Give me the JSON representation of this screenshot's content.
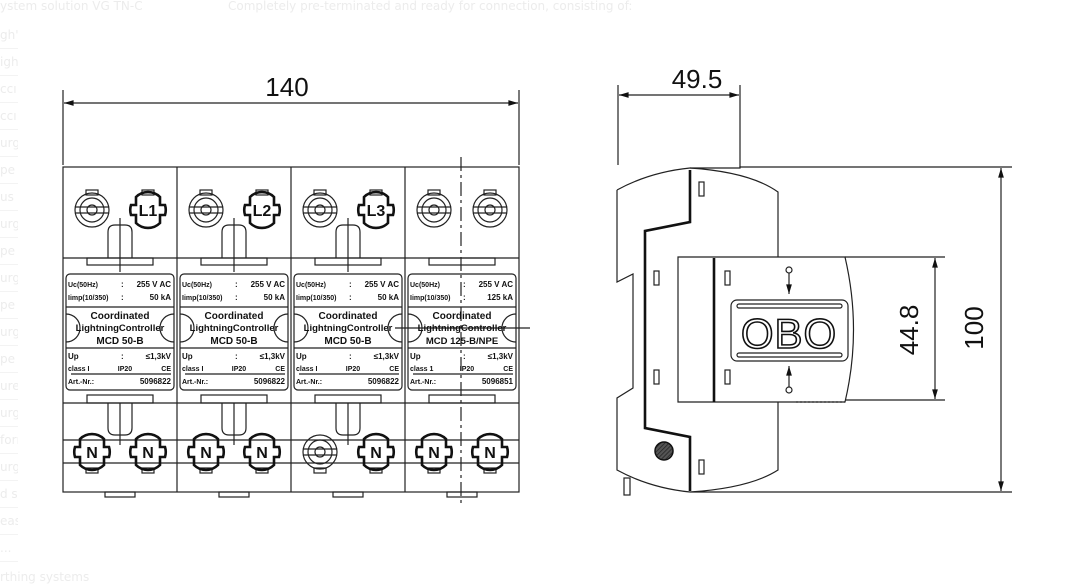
{
  "background": {
    "top_left": "ystem solution VG TN-C",
    "top_right": "Completely pre-terminated and ready for connection, consisting of:",
    "left_fragments": [
      "gh'",
      "igh",
      "ccı",
      "ccı",
      "urg",
      "pe",
      "us",
      "urg",
      "pe",
      "urg",
      "pe",
      "urg",
      "pe",
      "ure",
      "urg",
      "forı",
      "urg",
      "d s",
      "eas",
      "..."
    ],
    "bottom": "rthing systems"
  },
  "dimensions": {
    "width_front": "140",
    "depth_side": "49.5",
    "height_total": "100",
    "height_front_panel": "44.8"
  },
  "logo": "OBO",
  "label_common": {
    "uc": "Uc(50Hz)",
    "iimp": "Iimp(10/350)",
    "line1": "Coordinated",
    "line2": "LightningController",
    "up": "Up",
    "colon": ":",
    "art": "Art.-Nr.:",
    "ip": "IP20",
    "ce": "CE"
  },
  "modules": [
    {
      "top": [
        "X",
        "L1"
      ],
      "bottom": [
        "N",
        "N"
      ],
      "uc": "255 V AC",
      "iimp": "50 kA",
      "model": "MCD 50-B",
      "up": "≤1,3kV",
      "class": "class I",
      "art": "5096822"
    },
    {
      "top": [
        "X",
        "L2"
      ],
      "bottom": [
        "N",
        "N"
      ],
      "uc": "255 V AC",
      "iimp": "50 kA",
      "model": "MCD 50-B",
      "up": "≤1,3kV",
      "class": "class I",
      "art": "5096822"
    },
    {
      "top": [
        "X",
        "L3"
      ],
      "bottom": [
        "X",
        "N"
      ],
      "uc": "255 V AC",
      "iimp": "50 kA",
      "model": "MCD 50-B",
      "up": "≤1,3kV",
      "class": "class I",
      "art": "5096822"
    },
    {
      "top": [
        "X",
        "X"
      ],
      "bottom": [
        "N",
        "N"
      ],
      "uc": "255 V AC",
      "iimp": "125 kA",
      "model": "MCD 125-B/NPE",
      "up": "≤1,3kV",
      "class": "class 1",
      "art": "5096851"
    }
  ]
}
